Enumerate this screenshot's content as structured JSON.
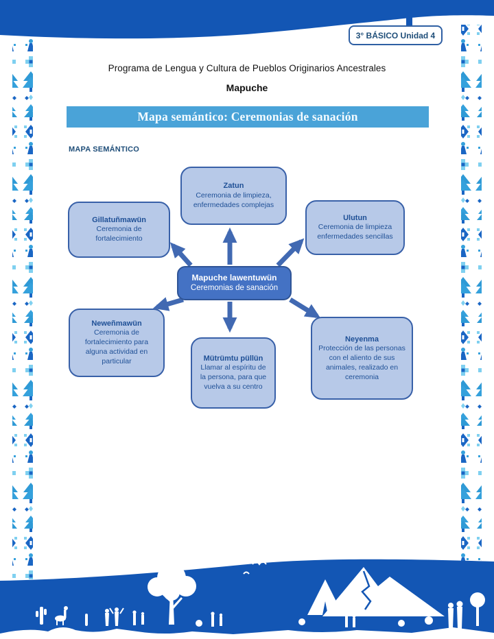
{
  "header": {
    "unit_badge": "3° BÁSICO Unidad 4",
    "program_title": "Programa de Lengua y Cultura de Pueblos Originarios Ancestrales",
    "language_title": "Mapuche",
    "banner_title": "Mapa semántico: Ceremonias de sanación",
    "section_label": "MAPA SEMÁNTICO"
  },
  "diagram": {
    "type": "semantic-map",
    "center": {
      "title": "Mapuche lawentuwün",
      "subtitle": "Ceremonias de sanación"
    },
    "nodes": [
      {
        "id": "zatun",
        "title": "Zatun",
        "body": "Ceremonia de limpieza, enfermedades complejas"
      },
      {
        "id": "gillatunmawun",
        "title": "Gillatuñmawün",
        "body": "Ceremonia de fortalecimiento"
      },
      {
        "id": "ulutun",
        "title": "Ulutun",
        "body": "Ceremonia de limpieza enfermedades sencillas"
      },
      {
        "id": "newenmawun",
        "title": "Neweñmawün",
        "body": "Ceremonia de fortalecimiento para alguna actividad en particular"
      },
      {
        "id": "mutrumtu-pullun",
        "title": "Mütrümtu püllün",
        "body": "Llamar al espíritu de la persona, para que vuelva a su centro"
      },
      {
        "id": "neyenma",
        "title": "Neyenma",
        "body": "Protección de las personas con el aliento de sus animales, realizado en ceremonia"
      }
    ]
  },
  "colors": {
    "wave_blue": "#1356b4",
    "banner_blue": "#4aa3d8",
    "node_fill": "#b7c9e8",
    "node_border": "#3860a8",
    "node_text": "#1f5096",
    "center_fill": "#4472c4",
    "center_border": "#2f5496",
    "arrow_blue": "#4169b2",
    "badge_border": "#2e5fa3",
    "label_blue": "#1f4e79"
  }
}
